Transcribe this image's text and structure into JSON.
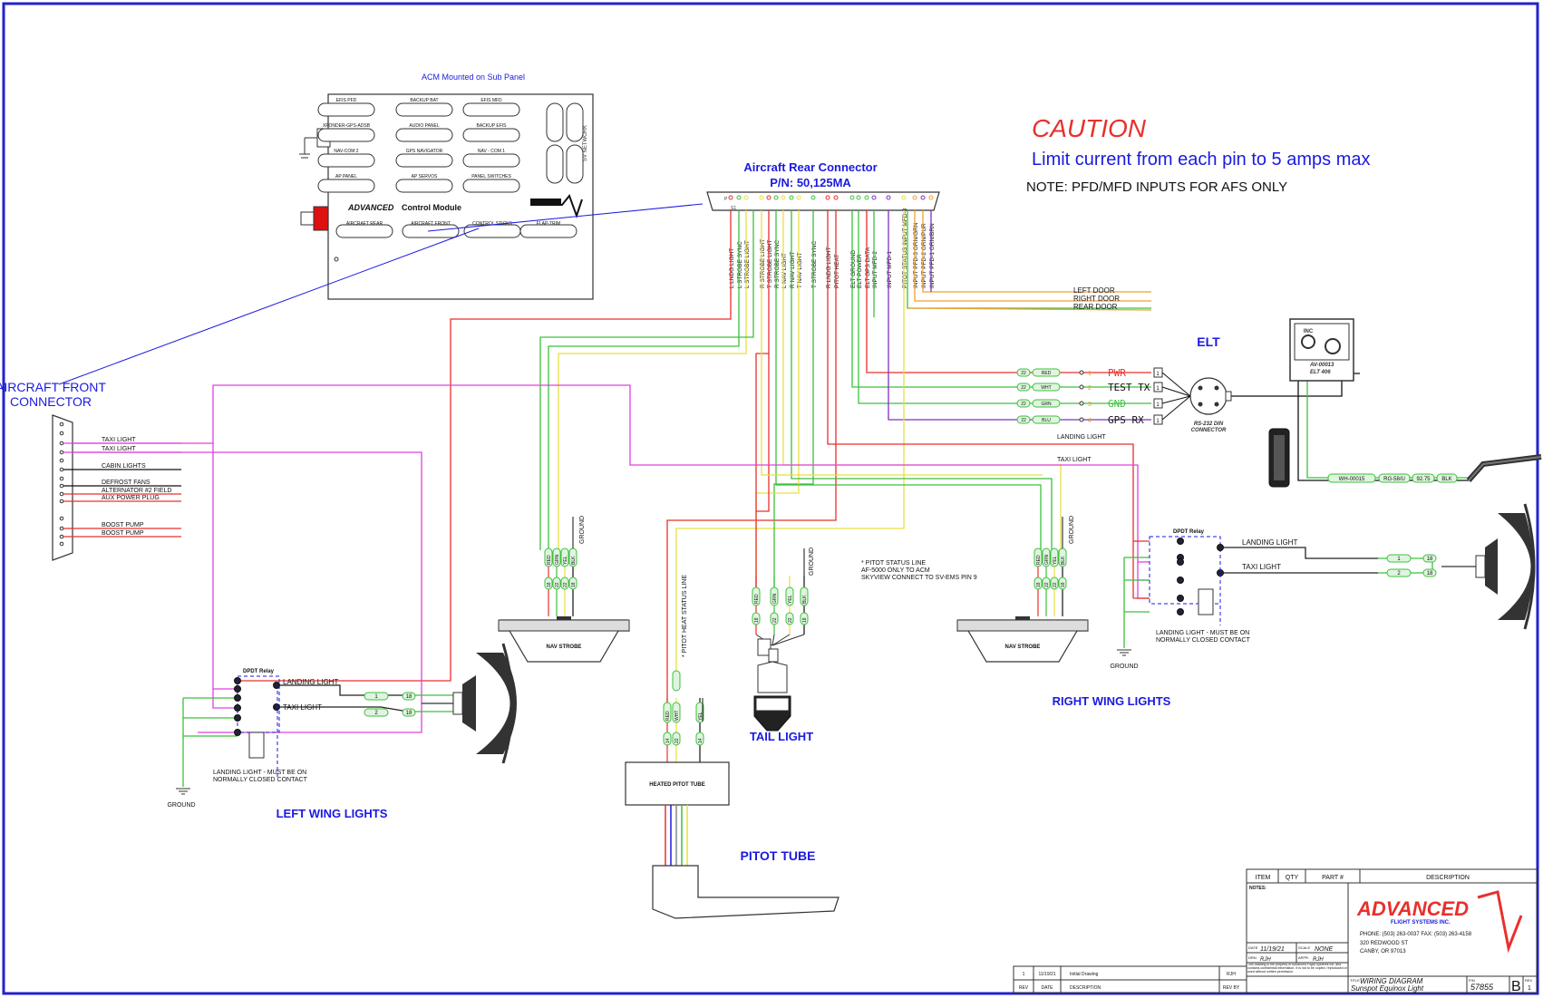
{
  "acm": {
    "caption": "ACM Mounted on Sub Panel",
    "title_bold": "ADVANCED",
    "title_rest": " Control Module",
    "connectors": [
      "EFIS PFD",
      "BACKUP BAT",
      "EFIS MFD",
      "XPONDER-GPS-ADSB",
      "AUDIO PANEL",
      "BACKUP EFIS",
      "NAV-COM 2",
      "GPS NAVIGATOR",
      "NAV - COM 1",
      "AP PANEL",
      "AP SERVOS",
      "PANEL SWITCHES",
      "AIRCRAFT REAR",
      "AIRCRAFT FRONT",
      "CONTROL STICKS",
      "FLAP-TRIM"
    ],
    "network_label": "SV NETWORK"
  },
  "rear_connector": {
    "title": "Aircraft Rear Connector",
    "part": "P/N: 50,125MA",
    "pin_mark_1": "P",
    "pin_mark_2": "S1",
    "pins": [
      "L LNDG LIGHT",
      "L STROBE SYNC",
      "L STROBE LIGHT",
      "R STROBE LIGHT",
      "T STROBE LIGHT",
      "R STROBE SYNC",
      "L NAV LIGHT",
      "R NAV LIGHT",
      "T NAV LIGHT",
      "T STROBE SYNC",
      "R LNDG LIGHT",
      "PITOT HEAT",
      "ELT GROUND",
      "ELT POWER",
      "ELT GPS DATA",
      "INPUT MFD-2",
      "INPUT MFD-1",
      "PITOT STATUS INPUT MFD-3",
      "INPUT PFD-3 ORN/GRN",
      "INPUT PFD-2 ORN/PUR",
      "INPUT PFD-1 ORN/BRN"
    ]
  },
  "caution": {
    "heading": "CAUTION",
    "line": "Limit current from each pin to 5 amps max",
    "note": "NOTE: PFD/MFD INPUTS FOR AFS ONLY"
  },
  "doors": [
    "LEFT DOOR",
    "RIGHT DOOR",
    "REAR DOOR"
  ],
  "front_connector": {
    "title_1": "AIRCRAFT FRONT",
    "title_2": "CONNECTOR",
    "wires": [
      "TAXI LIGHT",
      "TAXI LIGHT",
      "CABIN LIGHTS",
      "DEFROST FANS",
      "ALTERNATOR #2 FIELD",
      "AUX POWER PLUG",
      "BOOST PUMP",
      "BOOST PUMP"
    ]
  },
  "elt": {
    "title": "ELT",
    "wires": [
      {
        "gauge": "22",
        "color": "RED",
        "pin": "1",
        "label": "PWR"
      },
      {
        "gauge": "22",
        "color": "WHT",
        "pin": "2",
        "label": "TEST TX"
      },
      {
        "gauge": "22",
        "color": "GRN",
        "pin": "3",
        "label": "GND"
      },
      {
        "gauge": "22",
        "color": "BLU",
        "pin": "4",
        "label": "GPS RX"
      }
    ],
    "conn_pin": "1",
    "din_1": "RS-232 DIN",
    "din_2": "CONNECTOR",
    "unit_1": "AV-00013",
    "unit_2": "ELT 406",
    "inc": "INC",
    "ant_part": "WH-00015",
    "ant_cable": "RG-58/U",
    "ant_ohm": "92.75",
    "ant_blk": "BLK"
  },
  "strobe_wire_colors": [
    "RED",
    "GRN",
    "YEL",
    "BLK"
  ],
  "strobe_gauges": [
    "18",
    "22",
    "22",
    "18"
  ],
  "ground_label": "GROUND",
  "nav_strobe": "NAV STROBE",
  "tail": {
    "title": "TAIL LIGHT",
    "colors": [
      "RED",
      "GRN",
      "YEL",
      "BLK"
    ],
    "gauges": [
      "18",
      "22",
      "22",
      "18"
    ]
  },
  "pitot_note": [
    "* PITOT STATUS LINE",
    "AF-5000 ONLY TO ACM",
    "SKYVIEW CONNECT TO SV-EMS PIN 9"
  ],
  "pitot": {
    "status_line": "* PITOT HEAT STATUS LINE",
    "colors": [
      "RED",
      "WHT",
      "YEL"
    ],
    "gauges": [
      "14",
      "22",
      "14"
    ],
    "tube_box": "HEATED PITOT TUBE",
    "title": "PITOT TUBE"
  },
  "left_wing": {
    "relay": "DPDT Relay",
    "landing": "LANDING LIGHT",
    "taxi": "TAXI LIGHT",
    "note_1": "LANDING LIGHT - MUST BE ON",
    "note_2": "NORMALLY CLOSED CONTACT",
    "pin_1": "1",
    "pin_2": "2",
    "gauge": "18",
    "title": "LEFT WING LIGHTS"
  },
  "right_wing": {
    "landing_upper": "LANDING LIGHT",
    "taxi_upper": "TAXI LIGHT",
    "relay": "DPDT Relay",
    "landing": "LANDING LIGHT",
    "taxi": "TAXI LIGHT",
    "note_1": "LANDING LIGHT - MUST BE ON",
    "note_2": "NORMALLY CLOSED CONTACT",
    "pin_1": "1",
    "pin_2": "2",
    "gauge": "18",
    "title": "RIGHT WING LIGHTS"
  },
  "title_block": {
    "headers": [
      "ITEM",
      "QTY",
      "PART #",
      "DESCRIPTION"
    ],
    "notes": "NOTES:",
    "logo": "ADVANCED",
    "logo_sub": "FLIGHT SYSTEMS INC.",
    "phone": "PHONE: (503) 263-0037  FAX: (503) 263-4158",
    "addr_1": "320 REDWOOD ST",
    "addr_2": "CANBY, OR 97013",
    "date_lbl": "DATE",
    "date_val": "11/19/21",
    "scale_lbl": "SCALE",
    "scale_val": "NONE",
    "drn_lbl": "DRN.",
    "drn_val": "RJH",
    "appr_lbl": "APPR.",
    "appr_val": "RJH",
    "property": "This drawing is the property of Advanced Flight Systems Inc. and contains confidential information. It is not to be copied, reproduced or used without written permission.",
    "title_lbl": "TITLE",
    "title_1": "WIRING DIAGRAM",
    "title_2": "Sunspot Equinox Light",
    "pn_lbl": "P/N",
    "pn_val": "57855",
    "rev_letter": "B",
    "rev_lbl": "REV",
    "rev_val": "1",
    "rev_row": [
      "1",
      "11/19/21",
      "Initial Drawing",
      "RJH"
    ],
    "rev_cols": [
      "REV",
      "DATE",
      "DESCRIPTION",
      "REV BY"
    ]
  },
  "colors": {
    "red": "#e8302c",
    "green": "#3cc03c",
    "yellow": "#e8e040",
    "magenta": "#e040e0",
    "orange": "#f0a030",
    "purple": "#8030c0",
    "blue": "#1a1ae0",
    "border": "#2222cc"
  }
}
